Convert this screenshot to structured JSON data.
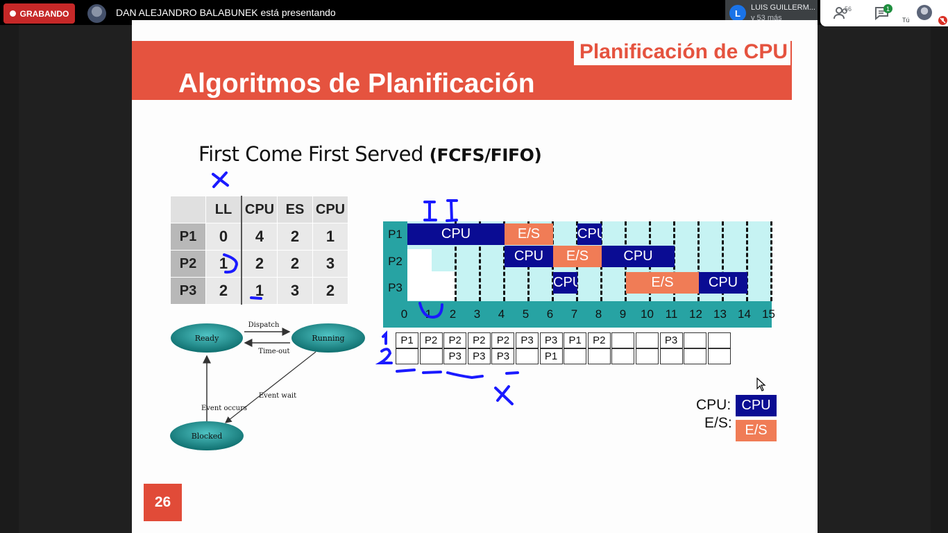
{
  "meet": {
    "recording_label": "GRABANDO",
    "presenter_text": "DAN ALEJANDRO BALABUNEK está presentando",
    "participant_initial": "L",
    "participant_name": "LUIS GUILLERM...",
    "participant_more": "y 53 más",
    "people_count": "56",
    "chat_count": "1",
    "self_label": "Tú",
    "colors": {
      "recording": "#c62828",
      "participant": "#1a73e8",
      "chat_badge": "#1e8e3e",
      "mic_off": "#d93025"
    }
  },
  "slide": {
    "section_title": "Planificación de CPU",
    "title": "Algoritmos de Planificación",
    "subtitle_main": "First Come First Served",
    "subtitle_paren": "(FCFS/FIFO)",
    "page_number": "26",
    "colors": {
      "banner": "#e5533f",
      "cpu": "#0a0c93",
      "es": "#f07c56",
      "gantt_bg": "#c6f3f3",
      "gantt_axis": "#27a3a3"
    }
  },
  "process_table": {
    "headers": [
      "",
      "LL",
      "CPU",
      "ES",
      "CPU"
    ],
    "rows": [
      {
        "name": "P1",
        "values": [
          "0",
          "4",
          "2",
          "1"
        ]
      },
      {
        "name": "P2",
        "values": [
          "1",
          "2",
          "2",
          "3"
        ]
      },
      {
        "name": "P3",
        "values": [
          "2",
          "1",
          "3",
          "2"
        ]
      }
    ]
  },
  "state_diagram": {
    "states": [
      "Ready",
      "Running",
      "Blocked"
    ],
    "transitions": [
      "Dispatch",
      "Time-out",
      "Event wait",
      "Event occurs"
    ]
  },
  "gantt": {
    "rows": [
      "P1",
      "P2",
      "P3"
    ],
    "ticks": [
      "0",
      "1",
      "2",
      "3",
      "4",
      "5",
      "6",
      "7",
      "8",
      "9",
      "10",
      "11",
      "12",
      "13",
      "14",
      "15"
    ],
    "blocks": [
      {
        "row": 0,
        "type": "cpu",
        "start": 0,
        "end": 4,
        "label": "CPU"
      },
      {
        "row": 0,
        "type": "es",
        "start": 4,
        "end": 6,
        "label": "E/S"
      },
      {
        "row": 0,
        "type": "cpu",
        "start": 7,
        "end": 8,
        "label": "CPU"
      },
      {
        "row": 1,
        "type": "cpu",
        "start": 4,
        "end": 6,
        "label": "CPU"
      },
      {
        "row": 1,
        "type": "es",
        "start": 6,
        "end": 8,
        "label": "E/S"
      },
      {
        "row": 1,
        "type": "cpu",
        "start": 8,
        "end": 11,
        "label": "CPU"
      },
      {
        "row": 2,
        "type": "cpu",
        "start": 6,
        "end": 7,
        "label": "CPU"
      },
      {
        "row": 2,
        "type": "es",
        "start": 9,
        "end": 12,
        "label": "E/S"
      },
      {
        "row": 2,
        "type": "cpu",
        "start": 12,
        "end": 14,
        "label": "CPU"
      }
    ]
  },
  "ready_queue": {
    "top": [
      "P1",
      "P2",
      "P2",
      "P2",
      "P2",
      "P3",
      "P3",
      "P1",
      "P2",
      "",
      "",
      "P3",
      "",
      ""
    ],
    "bottom": [
      "",
      "",
      "P3",
      "P3",
      "P3",
      "",
      "P1",
      "",
      "",
      "",
      "",
      "",
      "",
      ""
    ]
  },
  "legend": {
    "cpu_label": "CPU:",
    "es_label": "E/S:",
    "cpu_box": "CPU",
    "es_box": "E/S"
  }
}
